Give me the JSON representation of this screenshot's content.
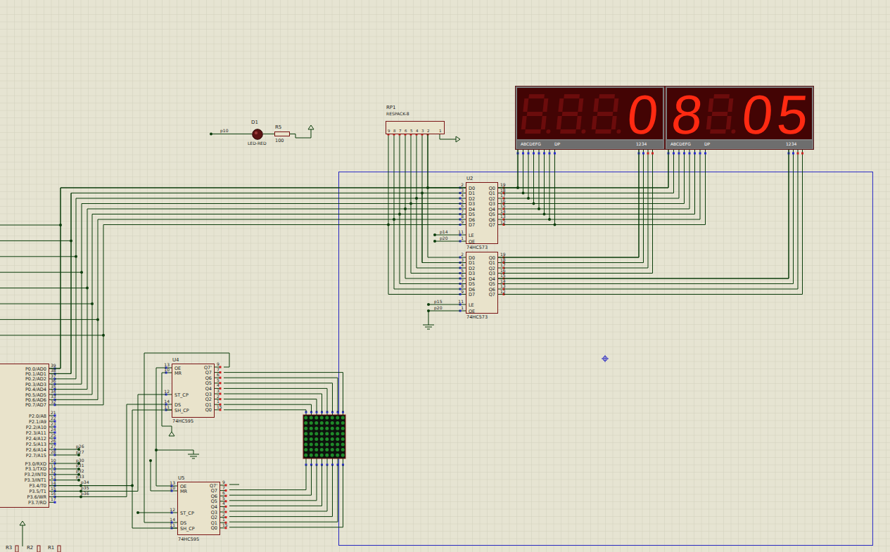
{
  "diagram": {
    "nodes": [
      {
        "text": [
          "P0.0/AD0",
          "P0.1/AD1",
          "P0.2/AD2",
          "P0.3/AD3",
          "P0.4/AD4",
          "P0.5/AD5",
          "P0.6/AD6",
          "P0.7/AD7",
          "P2.0/A8",
          "P2.1/A9",
          "P2.2/A10",
          "P2.3/A11",
          "P2.4/A12",
          "P2.5/A13",
          "P2.6/A14",
          "P2.7/A15",
          "P3.0/RXD",
          "P3.1/TXD",
          "P3.2/INT0",
          "P3.3/INT1",
          "P3.4/T0",
          "P3.5/T1",
          "P3.6/WR",
          "P3.7/RD",
          "39",
          "38",
          "37",
          "36",
          "35",
          "34",
          "33",
          "32",
          "21",
          "22",
          "23",
          "24",
          "25",
          "26",
          "27",
          "28",
          "10",
          "11",
          "12",
          "13",
          "14",
          "15",
          "16",
          "17"
        ]
      },
      {
        "text": [
          "D1",
          "LED-RED"
        ]
      },
      {
        "text": [
          "R5",
          "100"
        ]
      },
      {
        "text": [
          "RP1",
          "RESPACK-8",
          "9",
          "8",
          "7",
          "6",
          "5",
          "4",
          "3",
          "2",
          "1"
        ]
      },
      {
        "text": [
          "ABCDEFG",
          "DP",
          "1234",
          "0"
        ]
      },
      {
        "text": [
          "ABCDEFG",
          "DP",
          "1234",
          "8",
          "0",
          "5"
        ]
      },
      {
        "text": [
          "U2",
          "D0",
          "D1",
          "D2",
          "D3",
          "D4",
          "D5",
          "D6",
          "D7",
          "LE",
          "OE",
          "Q0",
          "Q1",
          "Q2",
          "Q3",
          "Q4",
          "Q5",
          "Q6",
          "Q7",
          "2",
          "3",
          "4",
          "5",
          "6",
          "7",
          "8",
          "9",
          "11",
          "1",
          "19",
          "18",
          "17",
          "16",
          "15",
          "14",
          "13",
          "12",
          "74HC573"
        ]
      },
      {
        "text": [
          "D0",
          "D1",
          "D2",
          "D3",
          "D4",
          "D5",
          "D6",
          "D7",
          "LE",
          "OE",
          "Q0",
          "Q1",
          "Q2",
          "Q3",
          "Q4",
          "Q5",
          "Q6",
          "Q7",
          "2",
          "3",
          "4",
          "5",
          "6",
          "7",
          "8",
          "9",
          "11",
          "1",
          "19",
          "18",
          "17",
          "16",
          "15",
          "14",
          "13",
          "12",
          "74HC573"
        ]
      },
      {
        "text": [
          "U4",
          "OE",
          "MR",
          "ST_CP",
          "DS",
          "SH_CP",
          "Q7'",
          "Q7",
          "Q6",
          "Q5",
          "Q4",
          "Q3",
          "Q2",
          "Q1",
          "Q0",
          "13",
          "10",
          "12",
          "14",
          "11",
          "9",
          "7",
          "6",
          "5",
          "4",
          "3",
          "2",
          "1",
          "15",
          "74HC595"
        ]
      },
      {
        "text": [
          "U5",
          "OE",
          "MR",
          "ST_CP",
          "DS",
          "SH_CP",
          "Q7'",
          "Q7",
          "Q6",
          "Q5",
          "Q4",
          "Q3",
          "Q2",
          "Q1",
          "Q0",
          "13",
          "10",
          "12",
          "14",
          "11",
          "9",
          "7",
          "6",
          "5",
          "4",
          "3",
          "2",
          "1",
          "15",
          "74HC595"
        ]
      }
    ],
    "edges": [
      {
        "from": 1,
        "to": 2,
        "arrow": "none"
      },
      {
        "from": 0,
        "to": 6,
        "arrow": "none"
      },
      {
        "from": 0,
        "to": 7,
        "arrow": "none"
      },
      {
        "from": 3,
        "to": 6,
        "arrow": "none"
      },
      {
        "from": 6,
        "to": 4,
        "arrow": "none"
      },
      {
        "from": 6,
        "to": 5,
        "arrow": "none"
      },
      {
        "from": 7,
        "to": 4,
        "arrow": "none"
      },
      {
        "from": 7,
        "to": 5,
        "arrow": "none"
      },
      {
        "from": 0,
        "to": 8,
        "arrow": "none"
      },
      {
        "from": 0,
        "to": 9,
        "arrow": "none"
      }
    ],
    "labels": [
      "p10",
      "p14",
      "p20",
      "p15",
      "p20",
      "p26",
      "p27",
      "p30",
      "p31",
      "p32",
      "p33",
      "p34",
      "p35",
      "p36",
      "R3",
      "R2",
      "R1"
    ]
  }
}
